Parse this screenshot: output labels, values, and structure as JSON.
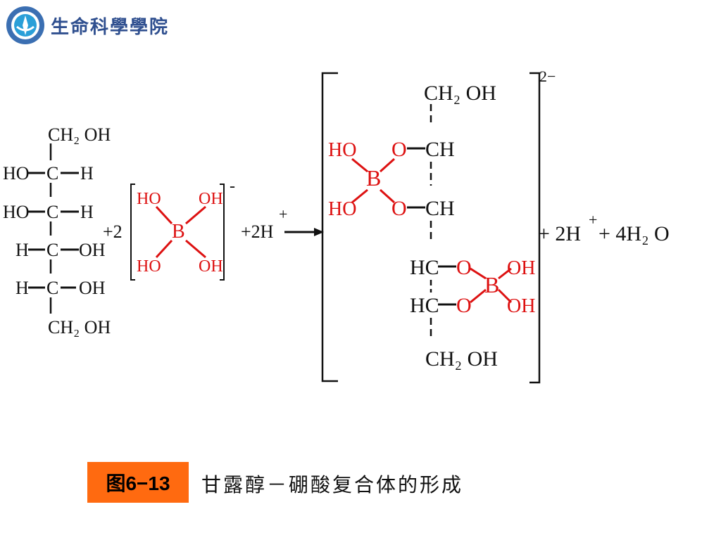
{
  "header": {
    "institution": "生命科學學院"
  },
  "reactant": {
    "top": "CH₂ OH",
    "rows": [
      {
        "left": "HO",
        "center": "C",
        "right": "H"
      },
      {
        "left": "HO",
        "center": "C",
        "right": "H"
      },
      {
        "left": "H",
        "center": "C",
        "right": "OH"
      },
      {
        "left": "H",
        "center": "C",
        "right": "OH"
      }
    ],
    "bottom": "CH₂ OH"
  },
  "borate": {
    "coefficient": "+2",
    "ho_top_left": "HO",
    "oh_top_right": "OH",
    "boron": "B",
    "ho_bottom_left": "HO",
    "oh_bottom_right": "OH",
    "charge": "-"
  },
  "proton_term": {
    "label": "+2H",
    "charge": "+"
  },
  "complex": {
    "top": "CH₂ OH",
    "row1_o": "O",
    "row1_c": "CH",
    "row2_o": "O",
    "row2_c": "CH",
    "row3_c": "HC",
    "row3_o": "O",
    "row4_c": "HC",
    "row4_o": "O",
    "bottom": "CH₂ OH",
    "b1": "B",
    "b1_ho_top": "HO",
    "b1_ho_bottom": "HO",
    "b2": "B",
    "b2_oh_top": "OH",
    "b2_oh_bottom": "OH",
    "charge": "2−"
  },
  "products": {
    "proton": "+ 2H",
    "proton_charge": "+",
    "water": "+ 4H₂ O"
  },
  "caption": {
    "figure_label": "图6−13",
    "title": "甘露醇－硼酸复合体的形成"
  },
  "colors": {
    "boron_group": "#dd1111",
    "ink": "#111111",
    "badge": "#ff6a10"
  }
}
